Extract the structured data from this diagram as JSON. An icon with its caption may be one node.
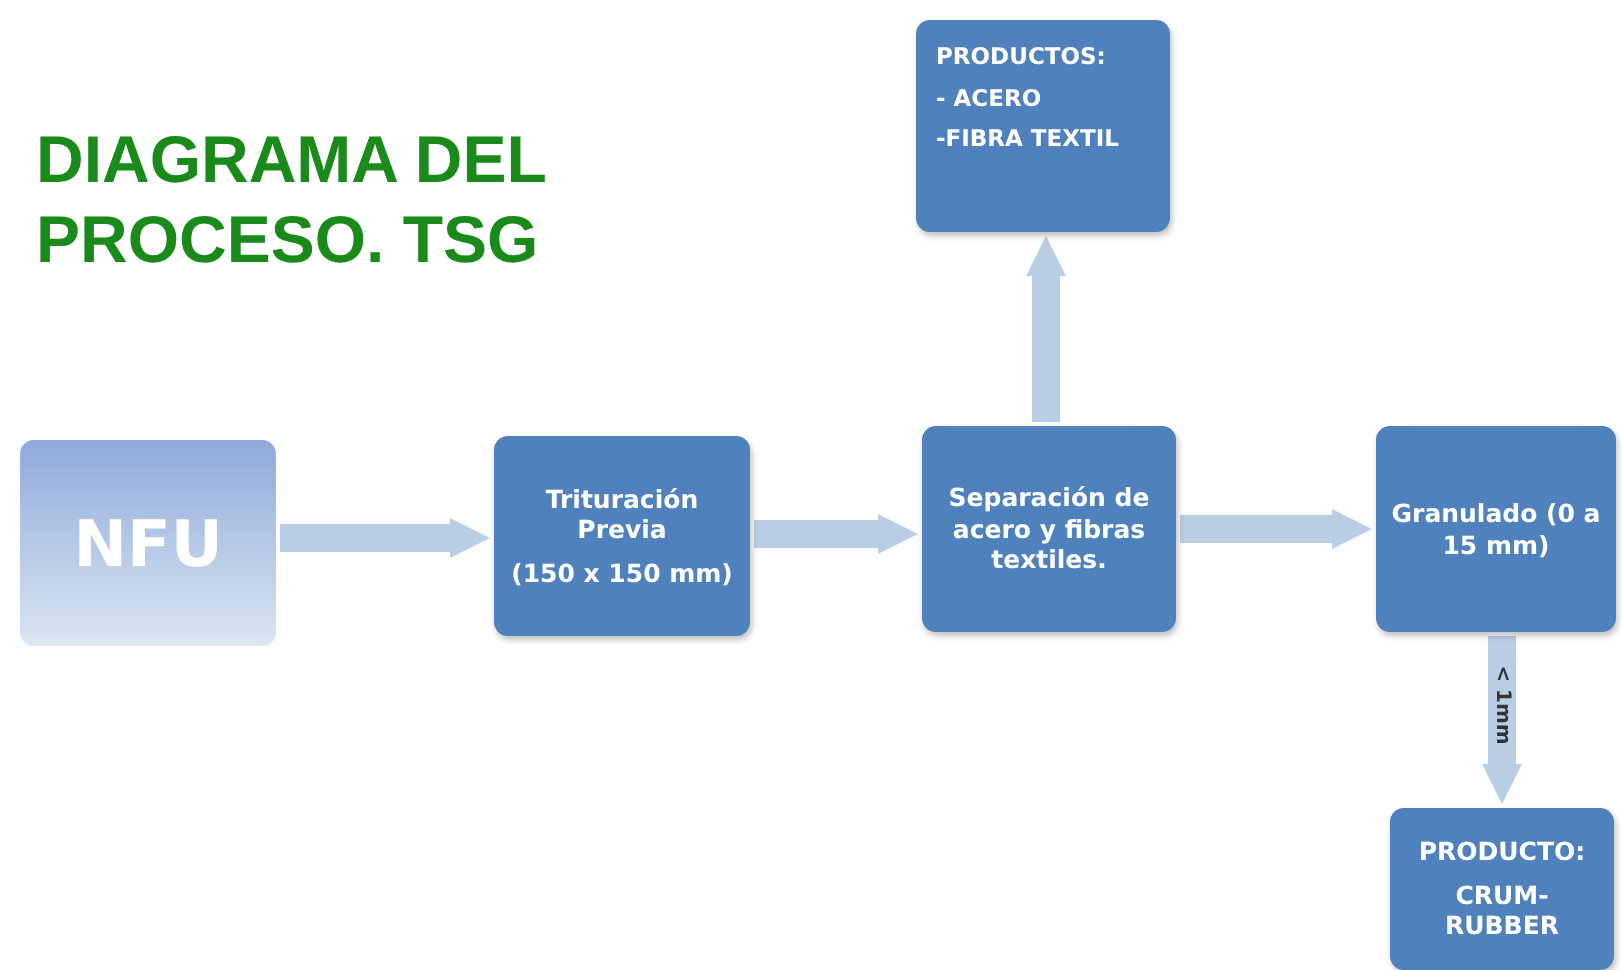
{
  "diagram": {
    "title": "DIAGRAMA DEL PROCESO. TSG",
    "nodes": [
      {
        "text": [
          "NFU"
        ]
      },
      {
        "text": [
          "Trituración Previa",
          "(150 x 150 mm)"
        ]
      },
      {
        "text": [
          "Separación de acero y fibras textiles."
        ]
      },
      {
        "text": [
          "Granulado (0 a 15 mm)"
        ]
      },
      {
        "text": [
          "PRODUCTOS:",
          "- ACERO",
          "-FIBRA TEXTIL"
        ]
      },
      {
        "text": [
          "PRODUCTO:",
          "CRUM-RUBBER"
        ]
      }
    ],
    "edges": [
      {
        "from": 0,
        "to": 1,
        "arrow": "to"
      },
      {
        "from": 1,
        "to": 2,
        "arrow": "to"
      },
      {
        "from": 2,
        "to": 3,
        "arrow": "to"
      },
      {
        "from": 2,
        "to": 4,
        "arrow": "to"
      },
      {
        "from": 3,
        "to": 5,
        "arrow": "to",
        "label": "< 1mm"
      }
    ]
  }
}
